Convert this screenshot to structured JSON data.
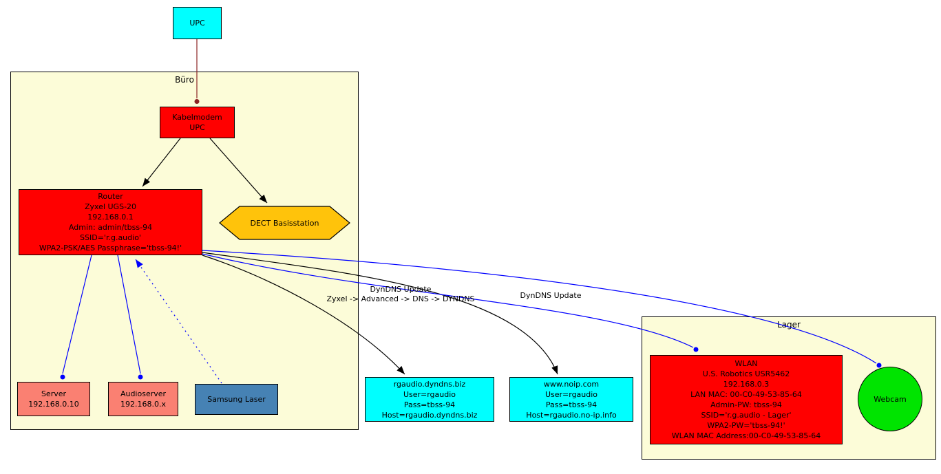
{
  "clusters": {
    "buero": {
      "label": "Büro"
    },
    "lager": {
      "label": "Lager"
    }
  },
  "nodes": {
    "upc": {
      "label": "UPC"
    },
    "kabelmodem": {
      "lines": [
        "Kabelmodem",
        "UPC"
      ]
    },
    "router": {
      "lines": [
        "Router",
        "Zyxel UGS-20",
        "192.168.0.1",
        "Admin: admin/tbss-94",
        "SSID='r.g.audio'",
        "WPA2-PSK/AES Passphrase='tbss-94!'"
      ]
    },
    "dect": {
      "label": "DECT Basisstation"
    },
    "server": {
      "lines": [
        "Server",
        "192.168.0.10"
      ]
    },
    "audioserver": {
      "lines": [
        "Audioserver",
        "192.168.0.x"
      ]
    },
    "samsung_laser": {
      "label": "Samsung Laser"
    },
    "dyndns_biz": {
      "lines": [
        "rgaudio.dyndns.biz",
        "User=rgaudio",
        "Pass=tbss-94",
        "Host=rgaudio.dyndns.biz"
      ]
    },
    "noip": {
      "lines": [
        "www.noip.com",
        "User=rgaudio",
        "Pass=tbss-94",
        "Host=rgaudio.no-ip.info"
      ]
    },
    "wlan": {
      "lines": [
        "WLAN",
        "U.S. Robotics USR5462",
        "192.168.0.3",
        "LAN MAC: 00-C0-49-53-85-64",
        "Admin-PW: tbss-94",
        "SSID='r.g.audio - Lager'",
        "WPA2-PW='tbss-94!'",
        "WLAN MAC Address:00-C0-49-53-85-64"
      ]
    },
    "webcam": {
      "label": "Webcam"
    }
  },
  "edge_labels": {
    "dyndns_update_left": {
      "lines": [
        "DynDNS Update",
        "Zyxel -> Advanced -> DNS -> DYNDNS"
      ]
    },
    "dyndns_update_right": {
      "label": "DynDNS Update"
    }
  },
  "colors": {
    "node_red": "#ff0000",
    "node_cyan": "#00ffff",
    "node_salmon": "#fa8072",
    "node_steelblue": "#4682b4",
    "node_gold": "#ffc30b",
    "node_green": "#00e400",
    "cluster_fill": "#fcfcd8",
    "edge_black": "#000000",
    "edge_blue": "#0000ff",
    "edge_brown": "#8b2323"
  }
}
